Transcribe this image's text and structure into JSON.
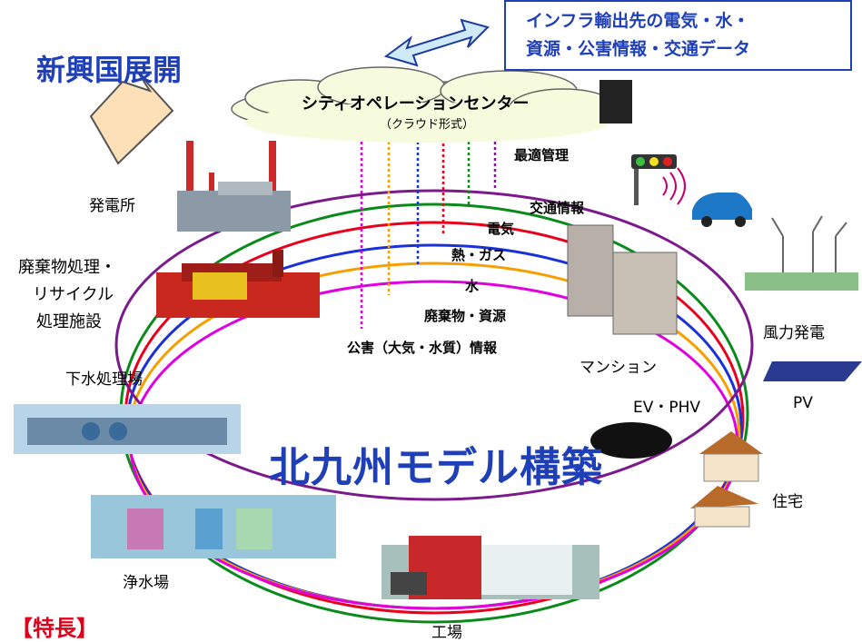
{
  "header": {
    "emerging_markets": "新興国展開",
    "export_line1": "インフラ輸出先の電気・水・",
    "export_line2": "資源・公害情報・交通データ"
  },
  "cloud": {
    "title": "シティオペレーションセンター",
    "subtitle": "（クラウド形式）"
  },
  "flows": {
    "optimal": "最適管理",
    "traffic": "交通情報",
    "electricity": "電気",
    "heat_gas": "熱・ガス",
    "water": "水",
    "waste": "廃棄物・資源",
    "pollution": "公害（大気・水質）情報"
  },
  "facilities": {
    "power_plant": "発電所",
    "waste_line1": "廃棄物処理・",
    "waste_line2": "リサイクル",
    "waste_line3": "処理施設",
    "sewage": "下水処理場",
    "purification": "浄水場",
    "factory": "工場",
    "housing": "住宅",
    "mansion": "マンション",
    "ev": "EV・PHV",
    "wind": "風力発電",
    "pv": "PV"
  },
  "model_title": "北九州モデル構築",
  "features": "【特長】",
  "colors": {
    "traffic": "#0a8a1a",
    "electricity": "#e8001c",
    "water": "#1a30d8",
    "waste": "#f5a000",
    "pollution": "#e000e0",
    "optimal": "#7b1a8a",
    "title": "#1f3fb8",
    "features": "#e0001a"
  }
}
